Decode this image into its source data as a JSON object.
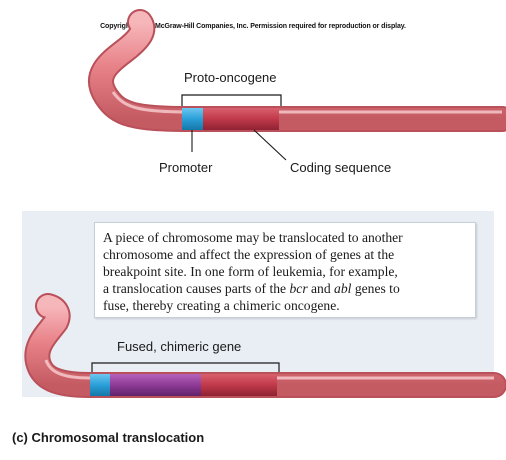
{
  "copyright": "Copyright © The McGraw-Hill Companies, Inc. Permission required for reproduction or display.",
  "top_diagram": {
    "bracket_label": "Proto-oncogene",
    "promoter_label": "Promoter",
    "coding_label": "Coding sequence"
  },
  "bottom_diagram": {
    "description": {
      "line1": "A piece of chromosome may be translocated to another",
      "line2": "chromosome and affect the expression of genes at the",
      "line3": "breakpoint site. In one form of leukemia, for example,",
      "line4_pre": "a translocation causes parts of the ",
      "gene1": "bcr",
      "line4_mid": " and ",
      "gene2": "abl",
      "line4_post": " genes to",
      "line5": "fuse, thereby creating a chimeric oncogene."
    },
    "bracket_label": "Fused, chimeric gene"
  },
  "caption": "(c) Chromosomal translocation",
  "colors": {
    "chromosome": "#e88389",
    "promoter": "#2a9fd8",
    "coding": "#c0394a",
    "bcr": "#8e3a96",
    "panel_bg": "#e9eef4"
  }
}
